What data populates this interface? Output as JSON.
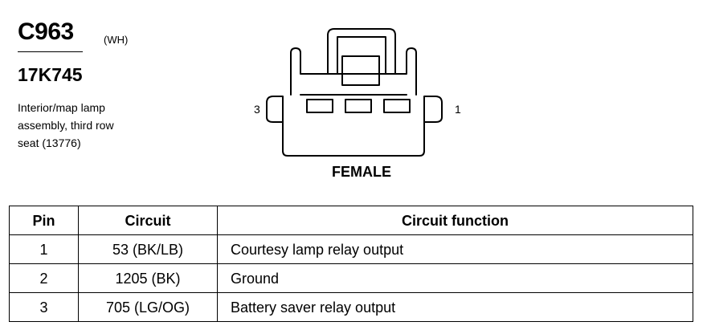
{
  "connector": {
    "id": "C963",
    "color_code": "(WH)",
    "part_number": "17K745",
    "description_lines": [
      "Interior/map lamp",
      "assembly, third row",
      "seat (13776)"
    ]
  },
  "diagram": {
    "pin_label_left": "3",
    "pin_label_right": "1",
    "gender": "FEMALE"
  },
  "table": {
    "headers": {
      "pin": "Pin",
      "circuit": "Circuit",
      "function": "Circuit function"
    },
    "rows": [
      {
        "pin": "1",
        "circuit": "53 (BK/LB)",
        "function": "Courtesy lamp relay output"
      },
      {
        "pin": "2",
        "circuit": "1205 (BK)",
        "function": "Ground"
      },
      {
        "pin": "3",
        "circuit": "705 (LG/OG)",
        "function": "Battery saver relay output"
      }
    ]
  }
}
